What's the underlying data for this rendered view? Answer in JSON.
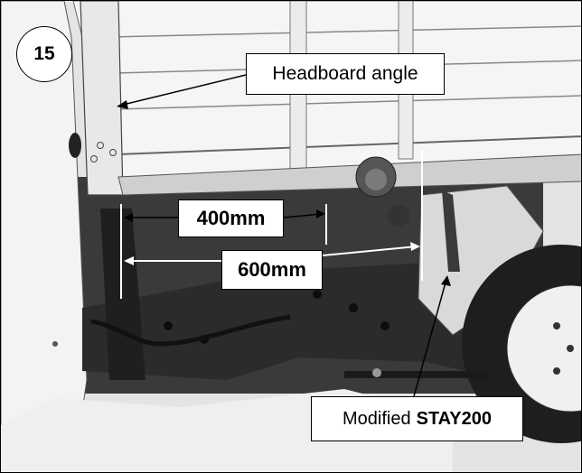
{
  "step": {
    "number": "15"
  },
  "callouts": {
    "headboard_angle": "Headboard angle",
    "modified_prefix": "Modified",
    "modified_part": "STAY200"
  },
  "dimensions": {
    "upper": {
      "label": "400mm",
      "value_mm": 400
    },
    "lower": {
      "label": "600mm",
      "value_mm": 600
    }
  },
  "colors": {
    "background": "#ffffff",
    "body_panel": "#f2f2f2",
    "chassis": "#2b2b2b",
    "frame_dark": "#1a1a1a",
    "label_border": "#000000",
    "dimension_line": "#ffffff"
  }
}
